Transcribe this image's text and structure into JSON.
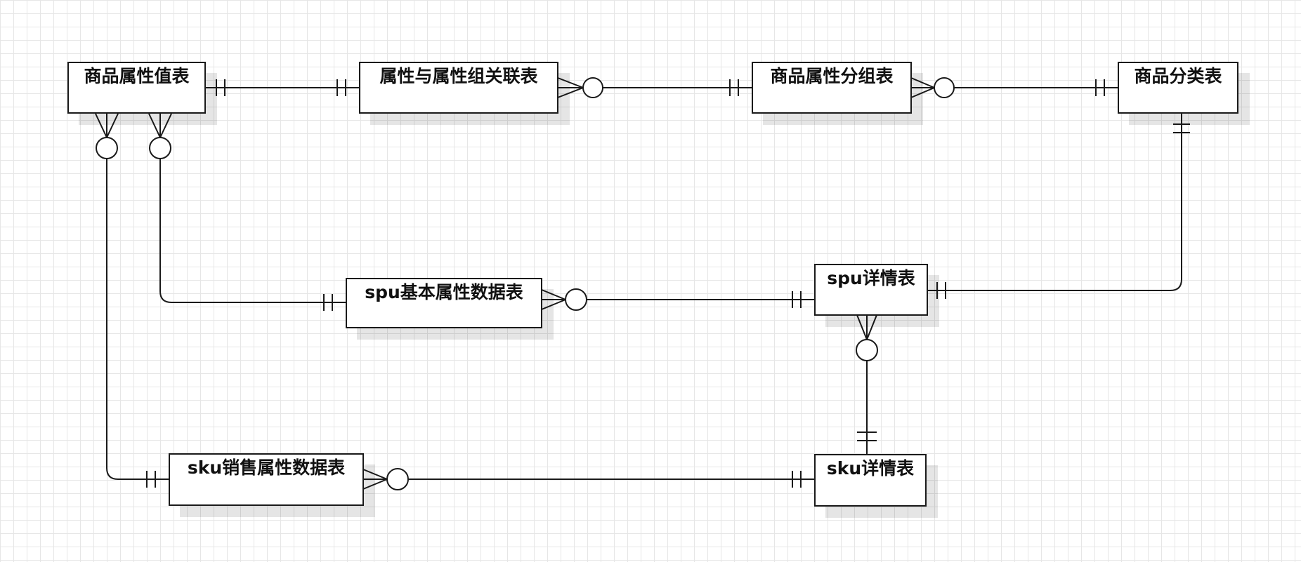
{
  "diagram": {
    "entities": [
      {
        "id": "attr-value",
        "label": "商品属性值表"
      },
      {
        "id": "attr-group-rel",
        "label": "属性与属性组关联表"
      },
      {
        "id": "attr-group",
        "label": "商品属性分组表"
      },
      {
        "id": "category",
        "label": "商品分类表"
      },
      {
        "id": "spu-base-attr",
        "label": "spu基本属性数据表"
      },
      {
        "id": "spu-info",
        "label": "spu详情表"
      },
      {
        "id": "sku-sale-attr",
        "label": "sku销售属性数据表"
      },
      {
        "id": "sku-info",
        "label": "sku详情表"
      }
    ],
    "relationships": [
      {
        "from": "attr-value",
        "to": "attr-group-rel",
        "from_end": "one-and-only-one",
        "to_end": "one-and-only-one"
      },
      {
        "from": "attr-group-rel",
        "to": "attr-group",
        "from_end": "zero-or-many",
        "to_end": "one-and-only-one"
      },
      {
        "from": "attr-group",
        "to": "category",
        "from_end": "zero-or-many",
        "to_end": "one-and-only-one"
      },
      {
        "from": "attr-value",
        "to": "spu-base-attr",
        "from_end": "zero-or-many",
        "to_end": "one-and-only-one"
      },
      {
        "from": "attr-value",
        "to": "sku-sale-attr",
        "from_end": "zero-or-many",
        "to_end": "one-and-only-one"
      },
      {
        "from": "spu-base-attr",
        "to": "spu-info",
        "from_end": "zero-or-many",
        "to_end": "one-and-only-one"
      },
      {
        "from": "category",
        "to": "spu-info",
        "from_end": "one-and-only-one",
        "to_end": "one-and-only-one"
      },
      {
        "from": "spu-info",
        "to": "sku-info",
        "from_end": "zero-or-many",
        "to_end": "one-and-only-one"
      },
      {
        "from": "sku-sale-attr",
        "to": "sku-info",
        "from_end": "zero-or-many",
        "to_end": "one-and-only-one"
      }
    ]
  }
}
